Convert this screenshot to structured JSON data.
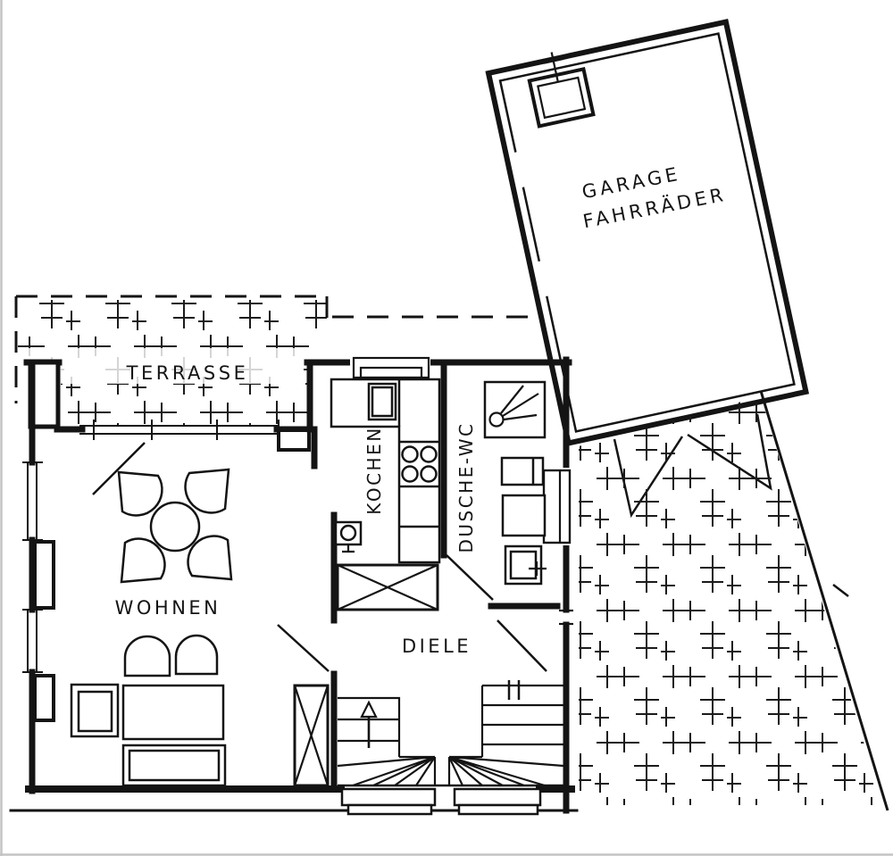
{
  "colors": {
    "ink": "#141414",
    "paper": "#ffffff",
    "page_edge": "#c4c4c4"
  },
  "plan": {
    "type": "architectural-floor-plan",
    "rooms": [
      {
        "name": "terrasse",
        "label": "TERRASSE"
      },
      {
        "name": "wohnen",
        "label": "WOHNEN"
      },
      {
        "name": "kochen",
        "label": "KOCHEN"
      },
      {
        "name": "dusche-wc",
        "label": "DUSCHE-WC"
      },
      {
        "name": "diele",
        "label": "DIELE"
      },
      {
        "name": "garage",
        "label": "GARAGE",
        "label2": "FAHRRÄDER"
      }
    ],
    "fixtures": [
      "kitchen-sink",
      "stove-4-burners",
      "water-heater",
      "shower-head",
      "washbasin",
      "wc",
      "boiler-sink",
      "garage-sink",
      "round-table-4-chairs",
      "two-armchairs",
      "coffee-table",
      "sofa",
      "side-armchair",
      "wardrobe-x",
      "cupboard-x",
      "winder-staircase-up-arrow",
      "entrance-steps",
      "paved-terrace-hatch",
      "paved-yard-hatch",
      "garage-door-swings",
      "dashed-plot-line",
      "sloped-boundary-line"
    ],
    "stairs_direction": "up"
  }
}
